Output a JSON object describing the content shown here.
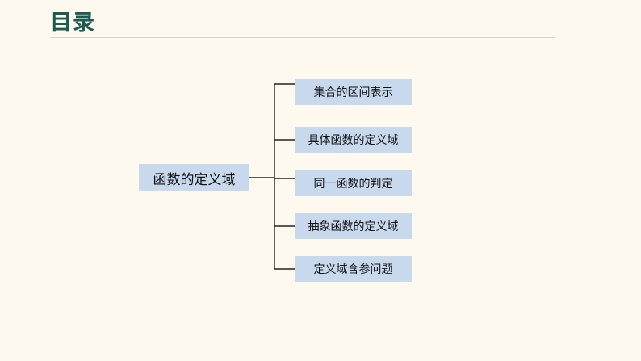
{
  "slide": {
    "title": "目录"
  },
  "chart_data": {
    "type": "tree",
    "root": "函数的定义域",
    "children": [
      "集合的区间表示",
      "具体函数的定义域",
      "同一函数的判定",
      "抽象函数的定义域",
      "定义域含参问题"
    ]
  },
  "colors": {
    "background": "#fdf9ee",
    "title": "#1e5a52",
    "box_fill": "#c8d9ee",
    "line": "#222222"
  }
}
